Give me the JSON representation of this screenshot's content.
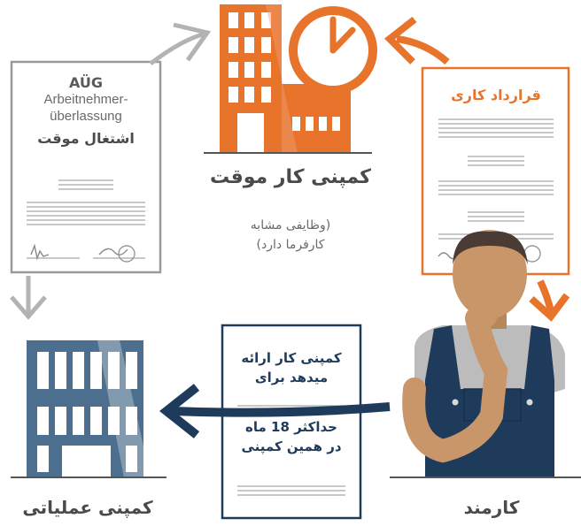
{
  "labels": {
    "temp_company": "کمپنی کار موقت",
    "temp_company_note_1": "(وظایفی مشابه",
    "temp_company_note_2": "کارفرما دارد)",
    "operating_company": "کمپنی عملیاتی",
    "employee": "کارمند"
  },
  "doc_aug": {
    "line1": "AÜG",
    "line2": "Arbeitnehmer-",
    "line3": "überlassung",
    "line4": "اشتغال موقت"
  },
  "doc_contract": {
    "title": "قرارداد کاری"
  },
  "doc_placement": {
    "line1": "کمپنی کار ارائه",
    "line2": "میدهد برای",
    "line3": "حداکثر 18 ماه",
    "line4": "در همین کمپنی"
  },
  "colors": {
    "orange": "#e8732a",
    "navy": "#1f3b5c",
    "grey": "#b3b3b3",
    "blue_building": "#4d6f8f",
    "text_dark": "#4a4a4a"
  }
}
